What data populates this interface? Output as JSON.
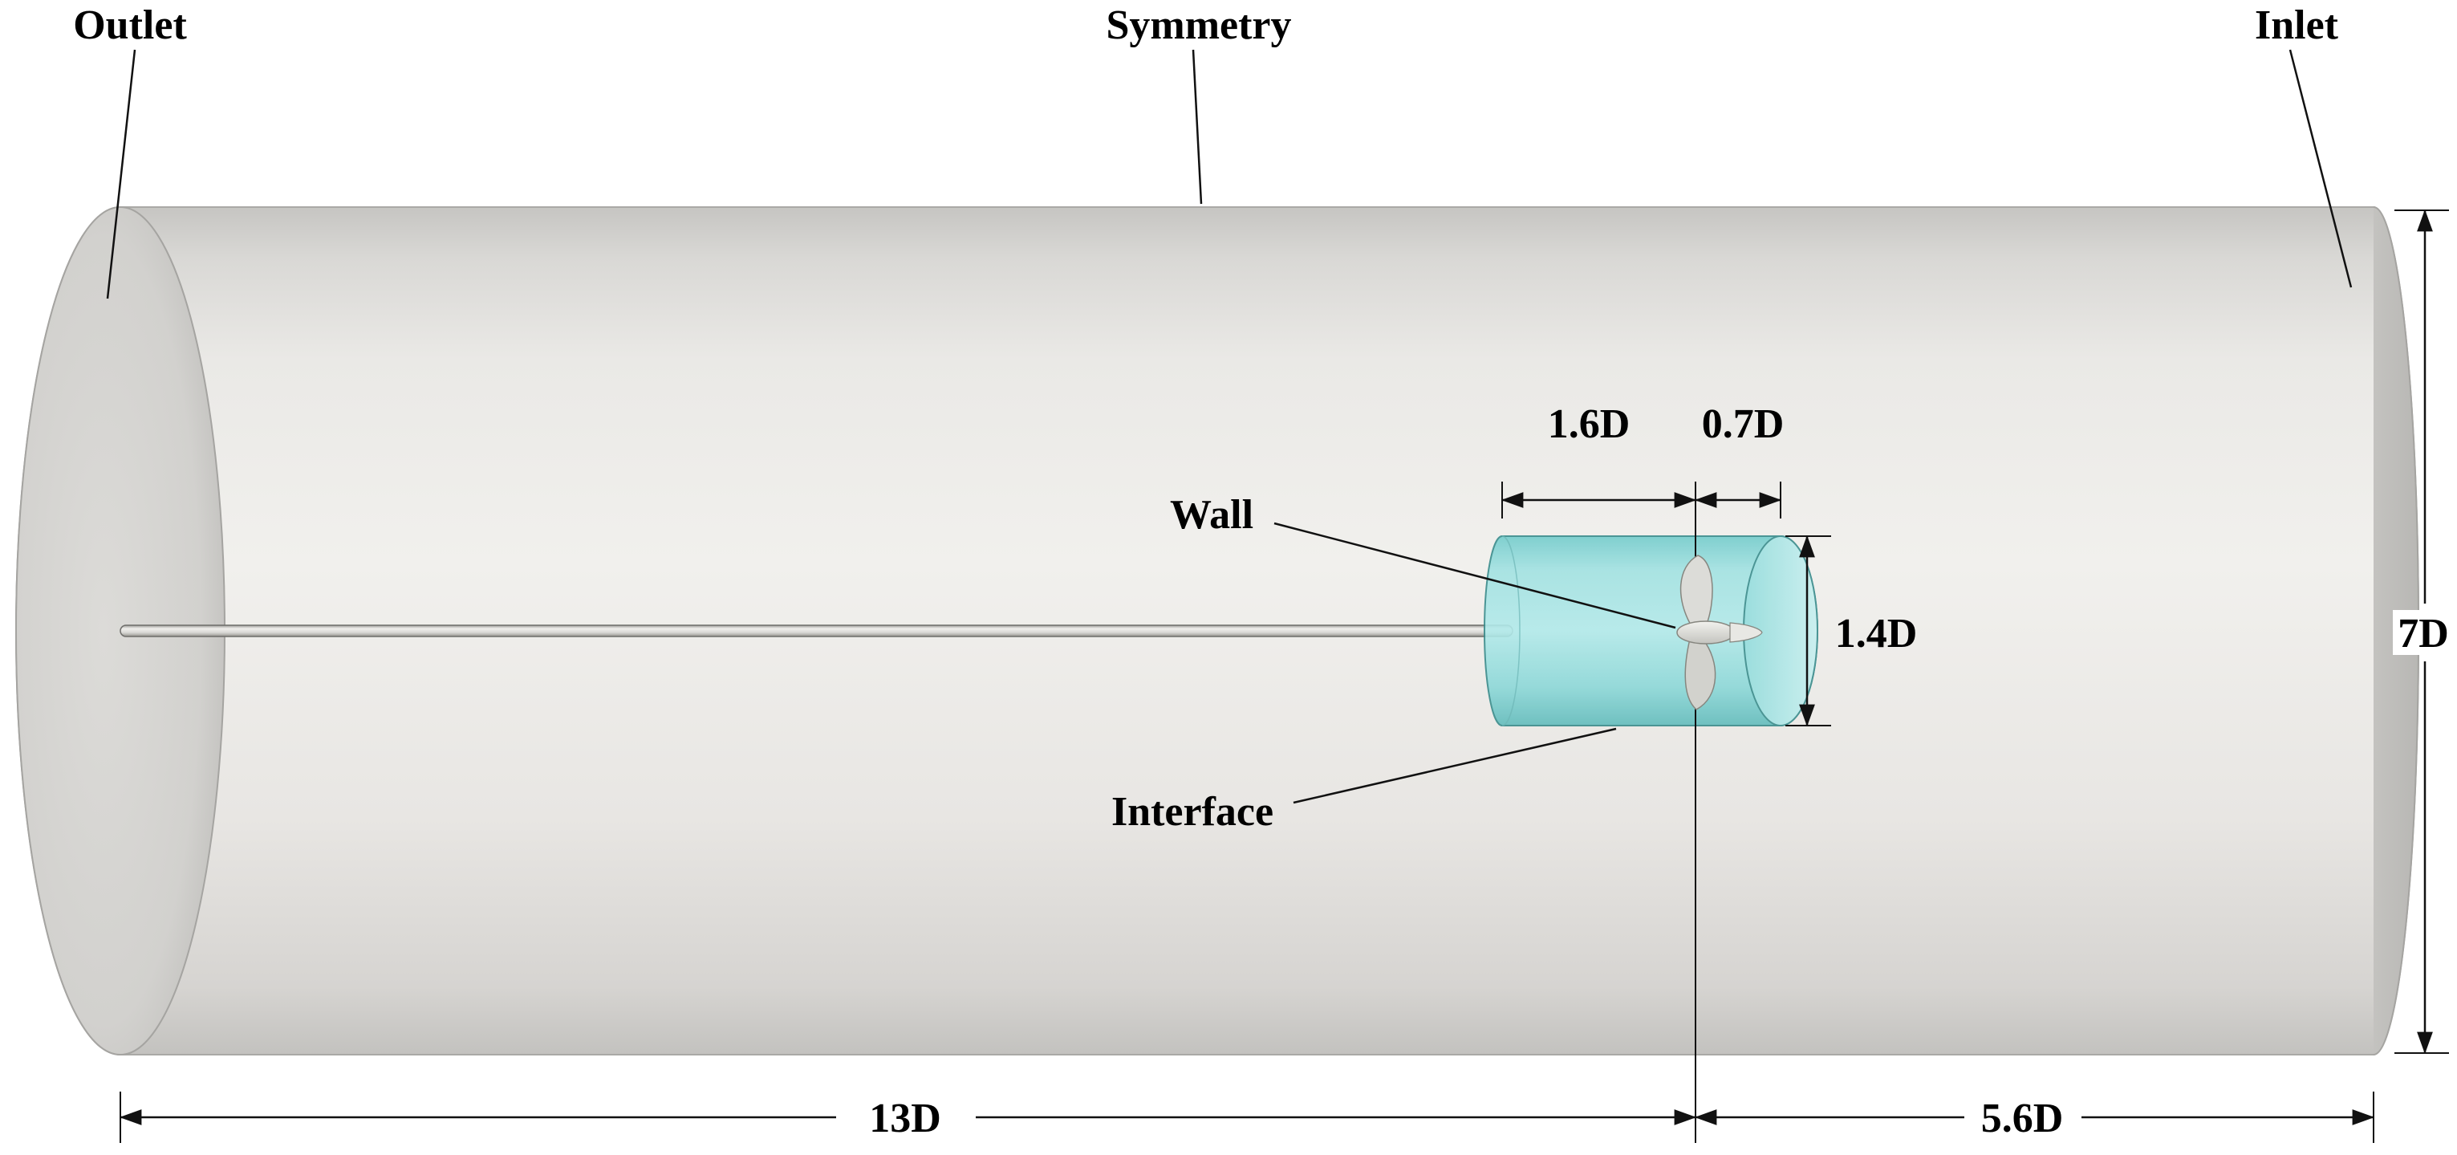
{
  "figure": {
    "boundary_labels": {
      "outlet": "Outlet",
      "symmetry": "Symmetry",
      "inlet": "Inlet",
      "wall": "Wall",
      "interface": "Interface"
    },
    "dimension_labels": {
      "zone_left": "1.6D",
      "zone_right": "0.7D",
      "zone_diameter": "1.4D",
      "domain_diameter": "7D",
      "bottom_left": "13D",
      "bottom_right": "5.6D"
    },
    "colors": {
      "background": "#ffffff",
      "domain_body": "#ebeae7",
      "rotating_zone": "#8fdcdc",
      "annotation_line": "#111111",
      "label_text": "#000000"
    }
  }
}
